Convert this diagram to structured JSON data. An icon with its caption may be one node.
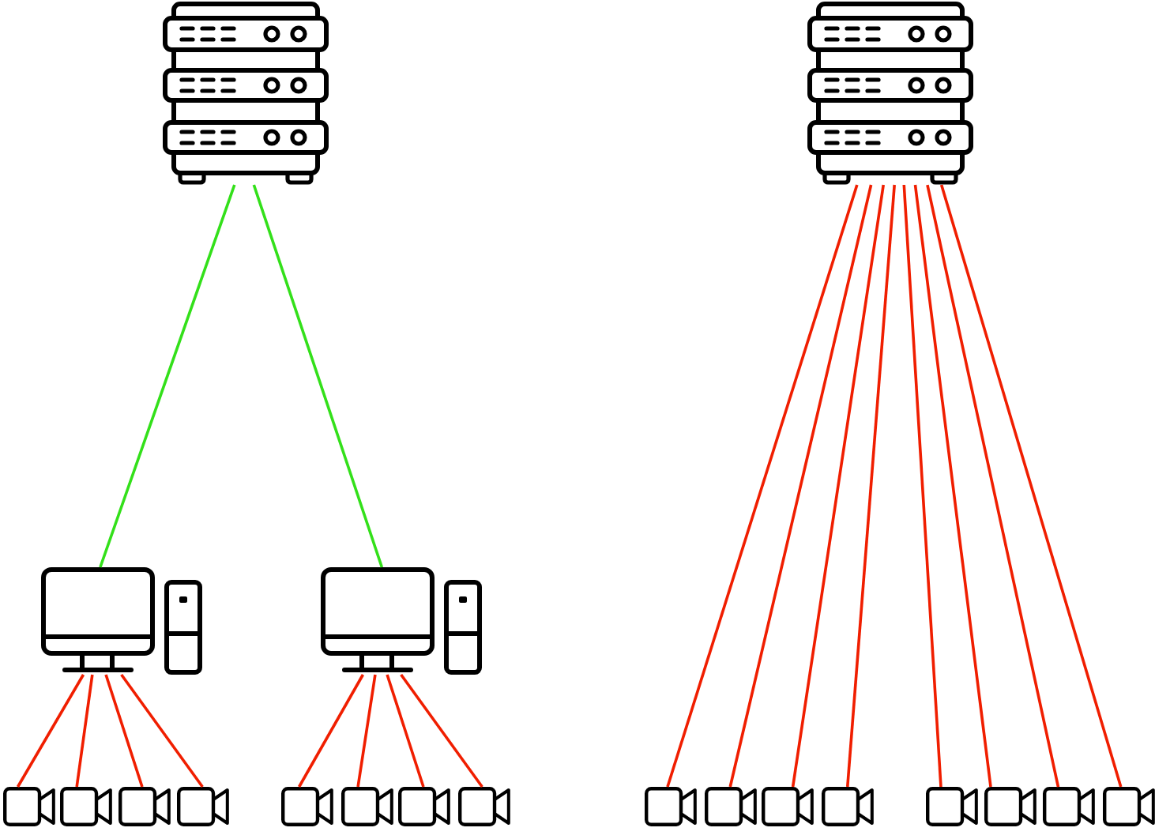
{
  "diagram": {
    "nodes": [
      {
        "text": [],
        "shape": "server"
      },
      {
        "text": [],
        "shape": "server"
      },
      {
        "text": [],
        "shape": "computer"
      },
      {
        "text": [],
        "shape": "computer"
      },
      {
        "text": [],
        "shape": "camera"
      },
      {
        "text": [],
        "shape": "camera"
      },
      {
        "text": [],
        "shape": "camera"
      },
      {
        "text": [],
        "shape": "camera"
      },
      {
        "text": [],
        "shape": "camera"
      },
      {
        "text": [],
        "shape": "camera"
      },
      {
        "text": [],
        "shape": "camera"
      },
      {
        "text": [],
        "shape": "camera"
      },
      {
        "text": [],
        "shape": "camera"
      },
      {
        "text": [],
        "shape": "camera"
      },
      {
        "text": [],
        "shape": "camera"
      },
      {
        "text": [],
        "shape": "camera"
      },
      {
        "text": [],
        "shape": "camera"
      },
      {
        "text": [],
        "shape": "camera"
      },
      {
        "text": [],
        "shape": "camera"
      },
      {
        "text": [],
        "shape": "camera"
      }
    ],
    "edges": [
      {
        "from": 0,
        "to": 2,
        "arrow": "none",
        "color": "#33e01a"
      },
      {
        "from": 0,
        "to": 3,
        "arrow": "none",
        "color": "#33e01a"
      },
      {
        "from": 2,
        "to": 4,
        "arrow": "none"
      },
      {
        "from": 2,
        "to": 5,
        "arrow": "none"
      },
      {
        "from": 2,
        "to": 6,
        "arrow": "none"
      },
      {
        "from": 2,
        "to": 7,
        "arrow": "none"
      },
      {
        "from": 3,
        "to": 8,
        "arrow": "none"
      },
      {
        "from": 3,
        "to": 9,
        "arrow": "none"
      },
      {
        "from": 3,
        "to": 10,
        "arrow": "none"
      },
      {
        "from": 3,
        "to": 11,
        "arrow": "none"
      },
      {
        "from": 1,
        "to": 12,
        "arrow": "none"
      },
      {
        "from": 1,
        "to": 13,
        "arrow": "none"
      },
      {
        "from": 1,
        "to": 14,
        "arrow": "none"
      },
      {
        "from": 1,
        "to": 15,
        "arrow": "none"
      },
      {
        "from": 1,
        "to": 16,
        "arrow": "none"
      },
      {
        "from": 1,
        "to": 17,
        "arrow": "none"
      },
      {
        "from": 1,
        "to": 18,
        "arrow": "none"
      },
      {
        "from": 1,
        "to": 19,
        "arrow": "none"
      }
    ]
  }
}
